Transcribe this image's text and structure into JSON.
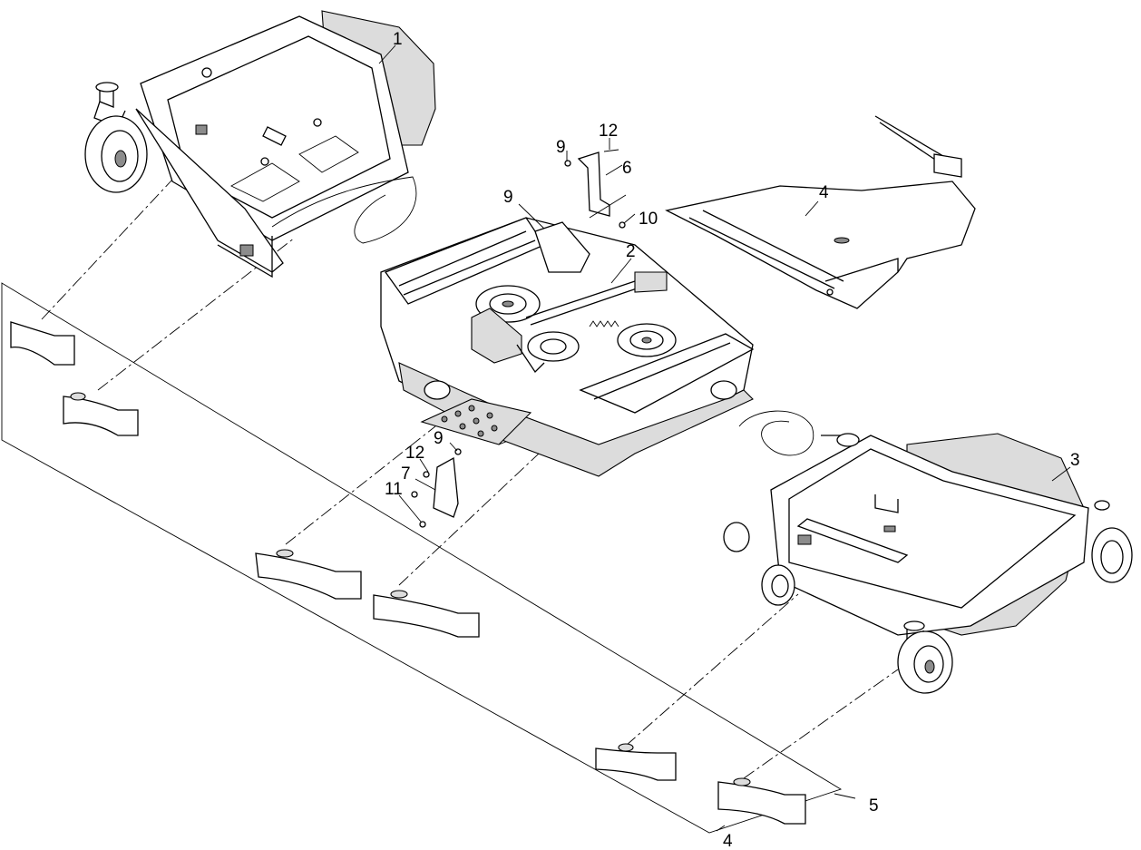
{
  "callouts": {
    "c1": "1",
    "c2": "2",
    "c3": "3",
    "c4_rear": "4",
    "c4_bottom": "4",
    "c5": "5",
    "c6": "6",
    "c7": "7",
    "c9_top": "9",
    "c9_mid": "9",
    "c9_low": "9",
    "c10": "10",
    "c11": "11",
    "c12_top": "12",
    "c12_low": "12"
  }
}
